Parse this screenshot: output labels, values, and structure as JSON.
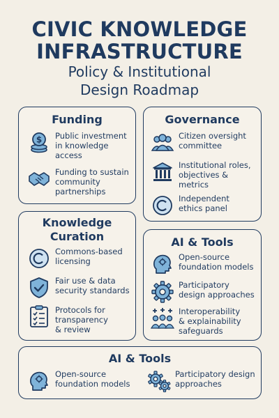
{
  "header": {
    "title_line1": "CIVIC KNOWLEDGE",
    "title_line2": "INFRASTRUCTURE",
    "subtitle_line1": "Policy & Institutional",
    "subtitle_line2": "Design Roadmap"
  },
  "funding": {
    "title": "Funding",
    "items": [
      {
        "lines": [
          "Public investment",
          "in knowledge",
          "access"
        ]
      },
      {
        "lines": [
          "Funding to sustain",
          "community",
          "partnerships"
        ]
      }
    ]
  },
  "governance": {
    "title": "Governance",
    "items": [
      {
        "lines": [
          "Citizen oversight",
          "committee"
        ]
      },
      {
        "lines": [
          "Institutional roles,",
          "objectives &",
          "metrics"
        ]
      },
      {
        "lines": [
          "Independent",
          "ethics panel"
        ]
      }
    ]
  },
  "curation": {
    "title_line1": "Knowledge",
    "title_line2": "Curation",
    "items": [
      {
        "lines": [
          "Commons-based",
          "licensing"
        ]
      },
      {
        "lines": [
          "Fair use & data",
          "security standards"
        ]
      },
      {
        "lines": [
          "Protocols for",
          "transparency",
          "& review"
        ]
      }
    ]
  },
  "ai_tools": {
    "title": "AI & Tools",
    "items": [
      {
        "lines": [
          "Open-source",
          "foundation models"
        ]
      },
      {
        "lines": [
          "Participatory",
          "design approaches"
        ]
      },
      {
        "lines": [
          "Interoperability",
          "& explainability",
          "safeguards"
        ]
      }
    ]
  },
  "ai_tools_bottom": {
    "title": "AI & Tools",
    "items": [
      {
        "lines": [
          "Open-source",
          "foundation models"
        ]
      },
      {
        "lines": [
          "Participatory design",
          "approaches"
        ]
      }
    ]
  },
  "colors": {
    "navy": "#1f3a5f",
    "accent_blue": "#7fb3d9",
    "background": "#f3efe6"
  }
}
